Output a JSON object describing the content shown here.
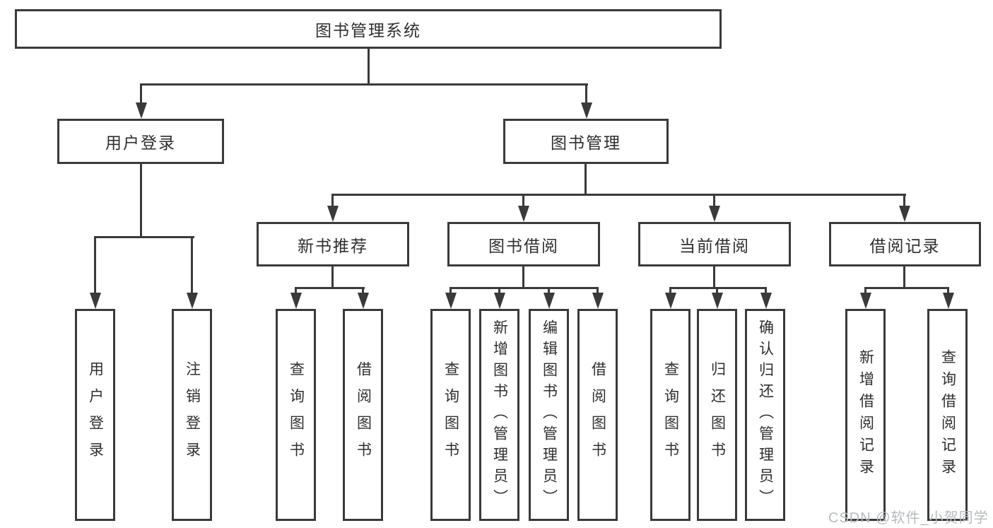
{
  "tree": {
    "root": {
      "label": "图书管理系统"
    },
    "branches": [
      {
        "label": "用户登录",
        "children": [
          {
            "label": "用户登录"
          },
          {
            "label": "注销登录"
          }
        ]
      },
      {
        "label": "图书管理",
        "children": [
          {
            "label": "新书推荐",
            "children": [
              {
                "label": "查询图书"
              },
              {
                "label": "借阅图书"
              }
            ]
          },
          {
            "label": "图书借阅",
            "children": [
              {
                "label": "查询图书"
              },
              {
                "label": "新增图书（管理员）"
              },
              {
                "label": "编辑图书（管理员）"
              },
              {
                "label": "借阅图书"
              }
            ]
          },
          {
            "label": "当前借阅",
            "children": [
              {
                "label": "查询图书"
              },
              {
                "label": "归还图书"
              },
              {
                "label": "确认归还（管理员）"
              }
            ]
          },
          {
            "label": "借阅记录",
            "children": [
              {
                "label": "新增借阅记录"
              },
              {
                "label": "查询借阅记录"
              }
            ]
          }
        ]
      }
    ]
  },
  "watermark": {
    "text": "CSDN @软件_小贺同学"
  },
  "colors": {
    "line": "#3a3a3a",
    "text": "#2f2f2f",
    "watermark": "#b7babe",
    "background": "#ffffff"
  }
}
